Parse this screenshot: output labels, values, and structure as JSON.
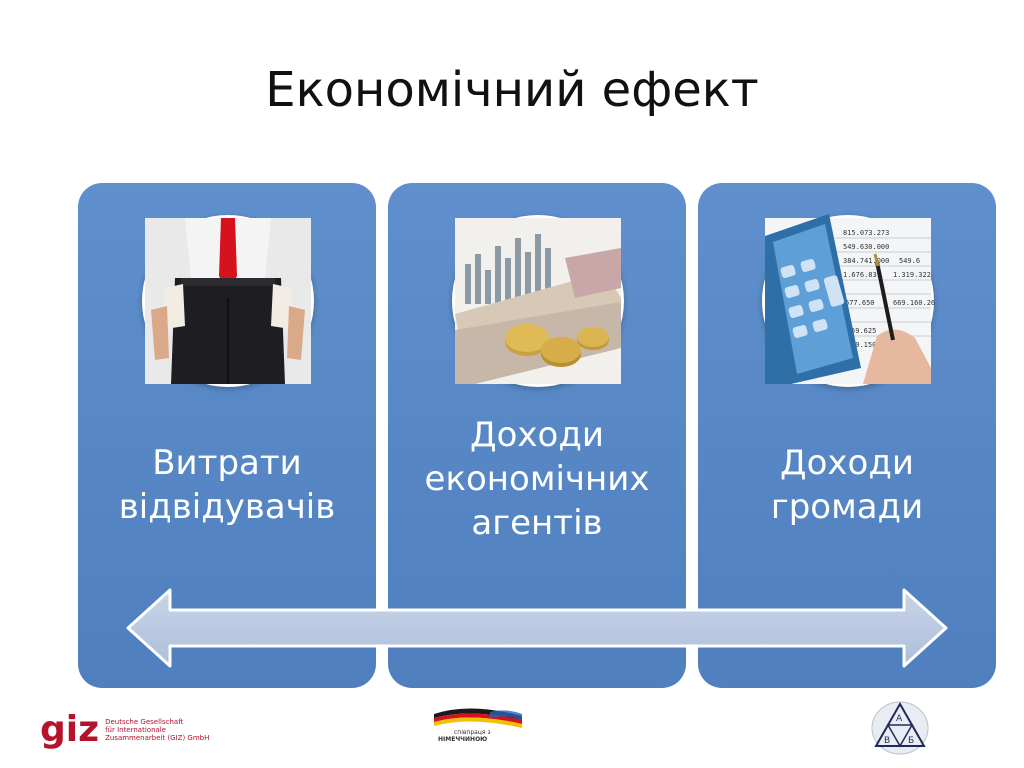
{
  "slide": {
    "title": "Економічний ефект"
  },
  "panels": [
    {
      "photo_icon": "empty-pockets-photo",
      "caption_lines": [
        "Витрати",
        "відвідувачів"
      ]
    },
    {
      "photo_icon": "money-coins-photo",
      "caption_lines": [
        "Доходи",
        "економічних",
        "агентів"
      ]
    },
    {
      "photo_icon": "calculator-photo",
      "caption_lines": [
        "Доходи",
        "громади"
      ]
    }
  ],
  "photo3_numbers": [
    "815.073.273",
    "549.630.000",
    "384.741.000",
    "1.676.839",
    "677.650",
    "669.160.26",
    "549.6",
    "1.319.322",
    "59.625",
    "10.150"
  ],
  "logos": {
    "giz": {
      "mark": "giz",
      "lines": [
        "Deutsche Gesellschaft",
        "für Internationale",
        "Zusammenarbeit (GIZ) GmbH"
      ]
    },
    "cooperation": {
      "line1": "співпраця з",
      "line2": "НІМЕЧЧИНОЮ"
    },
    "abv": {
      "letters": [
        "А",
        "В",
        "Б"
      ]
    }
  },
  "colors": {
    "panel": "#5b8bc9",
    "arrow_fill": "#b8c9e2",
    "giz_red": "#b5122c"
  }
}
